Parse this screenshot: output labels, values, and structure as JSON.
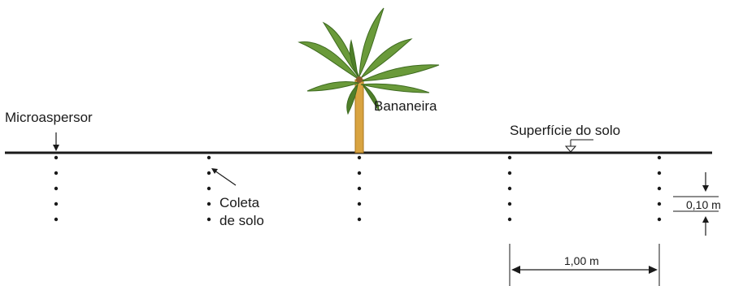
{
  "labels": {
    "microaspersor": "Microaspersor",
    "bananeira": "Bananeira",
    "superficie": "Superfície do solo",
    "coleta_line1": "Coleta",
    "coleta_line2": "de solo",
    "depth": "0,10 m",
    "spacing": "1,00 m"
  },
  "sampling": {
    "points_per_column": 5,
    "depth_interval_m": 0.1,
    "column_spacing_m": 1.0,
    "columns": 5
  },
  "colors": {
    "line": "#1a1a1a",
    "leaf": "#6a9a3a",
    "leaf_dark": "#3d6a1f",
    "trunk": "#d9a441",
    "trunk_dark": "#a8761f"
  }
}
